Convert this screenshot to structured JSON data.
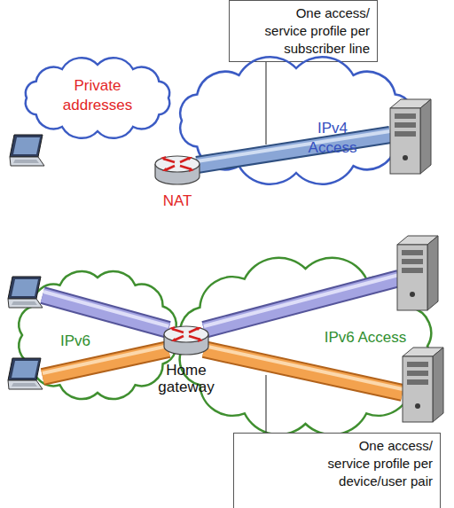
{
  "diagram": {
    "nodes": [
      {
        "text": [
          "One access/ service profile per subscriber line"
        ]
      },
      {
        "text": [
          "Private addresses"
        ]
      },
      {
        "text": [
          "IPv4 Access"
        ]
      },
      {
        "text": [
          "IPv6"
        ]
      },
      {
        "text": [
          "IPv6 Access"
        ]
      },
      {
        "text": [
          "One access/ service profile per device/user pair"
        ]
      }
    ],
    "labels": [
      "NAT",
      "Home gateway"
    ]
  }
}
